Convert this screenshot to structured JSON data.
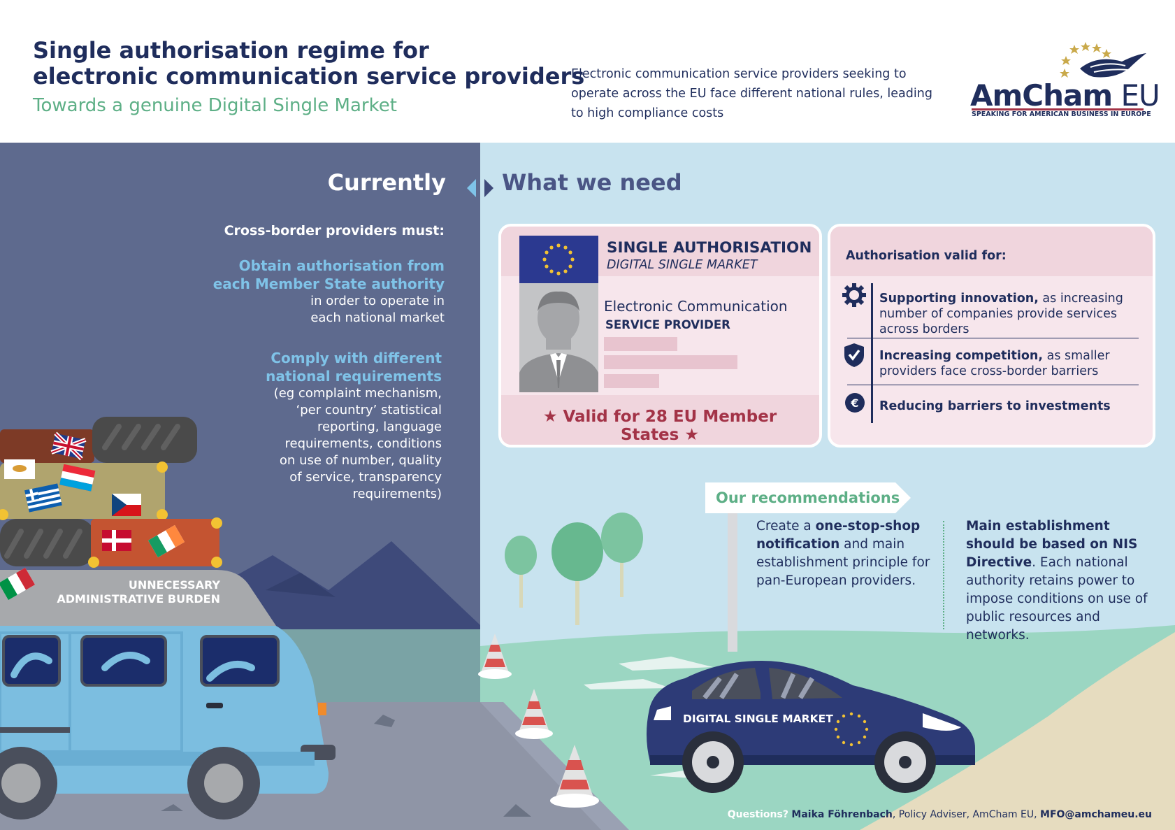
{
  "header": {
    "title_line1": "Single authorisation regime for",
    "title_line2": "electronic communication service providers",
    "subtitle": "Towards a genuine Digital Single Market",
    "intro": "Electronic communication service providers seeking to operate across the EU face different national rules, leading to high compliance costs",
    "logo_text_1": "AmCham",
    "logo_text_2": " EU",
    "logo_tagline": "SPEAKING FOR AMERICAN BUSINESS IN EUROPE"
  },
  "currently": {
    "heading": "Currently",
    "intro": "Cross-border providers must:",
    "point1_highlight_1": "Obtain authorisation from",
    "point1_highlight_2": "each Member State authority",
    "point1_text_1": "in order to operate in",
    "point1_text_2": "each national market",
    "point2_highlight_1": "Comply with different",
    "point2_highlight_2": "national requirements",
    "point2_lines": [
      "(eg complaint mechanism,",
      "‘per country’ statistical",
      "reporting, language",
      "requirements, conditions",
      "on use of number, quality",
      "of service, transparency",
      "requirements)"
    ],
    "van_label_1": "UNNECESSARY",
    "van_label_2": "ADMINISTRATIVE BURDEN"
  },
  "need": {
    "heading": "What we need",
    "card": {
      "title": "SINGLE AUTHORISATION",
      "subtitle": "DIGITAL SINGLE MARKET",
      "label_1": "Electronic Communication",
      "label_2": "SERVICE PROVIDER",
      "validity": "Valid for 28 EU Member States"
    },
    "benefits": {
      "heading": "Authorisation valid for:",
      "items": [
        {
          "bold": "Supporting innovation,",
          "text": " as increasing number of companies provide services across borders",
          "icon": "gear-icon"
        },
        {
          "bold": "Increasing competition,",
          "text": " as smaller providers face cross-border barriers",
          "icon": "shield-check-icon"
        },
        {
          "bold": "Reducing barriers to investments",
          "text": "",
          "icon": "euro-icon"
        }
      ]
    },
    "recommendations": {
      "label": "Our recommendations",
      "rec1_pre": "Create a ",
      "rec1_bold": "one-stop-shop notification",
      "rec1_post": " and main establishment principle for pan-European providers.",
      "rec2_bold": "Main establishment should be based on NIS Directive",
      "rec2_post": ". Each national authority retains power to impose conditions on use of public resources and networks."
    },
    "car_label": "DIGITAL SINGLE MARKET"
  },
  "footer": {
    "q": "Questions?",
    "name": "Maika Föhrenbach",
    "role": ", Policy Adviser, AmCham EU, ",
    "email": "MFO@amchameu.eu"
  },
  "colors": {
    "navy": "#1f2d5c",
    "green": "#5daf86",
    "left_bg": "#5e6a8e",
    "right_bg": "#c8e3ef",
    "accent_red": "#a33347",
    "light_blue_text": "#7fc3e8"
  }
}
